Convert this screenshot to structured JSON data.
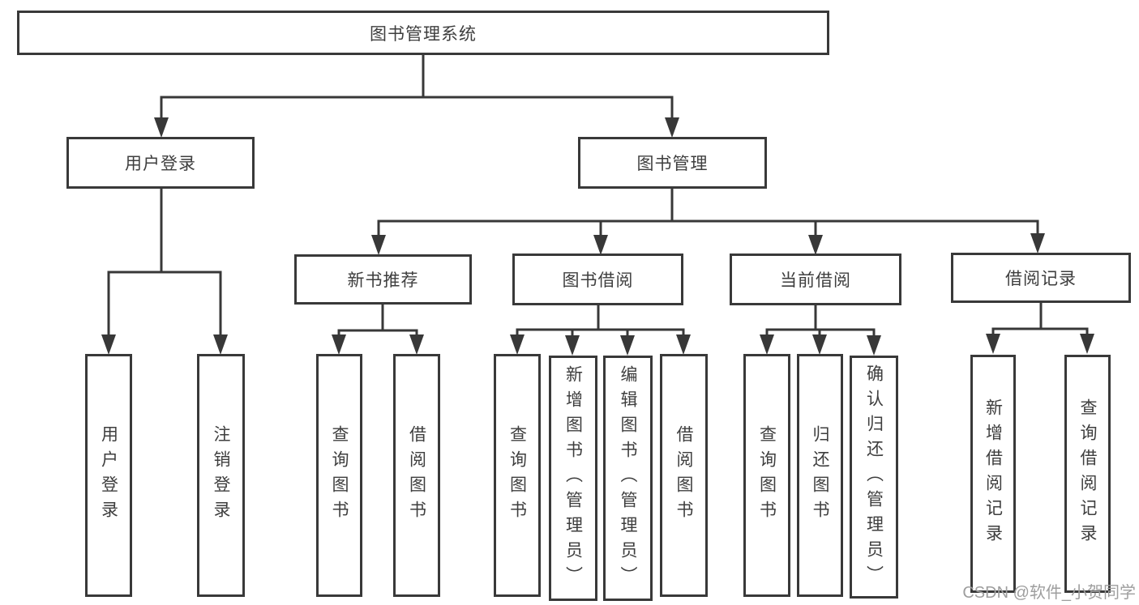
{
  "nodes": {
    "root": "图书管理系统",
    "user_login": "用户登录",
    "book_mgmt": "图书管理",
    "new_book": "新书推荐",
    "book_borrow": "图书借阅",
    "current_borrow": "当前借阅",
    "borrow_records": "借阅记录",
    "leaf_user_login": "用户登录",
    "leaf_logout": "注销登录",
    "rec_query": "查询图书",
    "rec_borrow": "借阅图书",
    "bb_query": "查询图书",
    "bb_add": "新增图书（管理员）",
    "bb_edit": "编辑图书（管理员）",
    "bb_borrow": "借阅图书",
    "cb_query": "查询图书",
    "cb_return": "归还图书",
    "cb_confirm": "确认归还（管理员）",
    "br_add": "新增借阅记录",
    "br_query": "查询借阅记录"
  },
  "watermark": "CSDN @软件_小贺同学",
  "colors": {
    "line": "#383838",
    "text": "#3e3e3e",
    "background": "#ffffff",
    "watermark": "#9e9e9e"
  }
}
